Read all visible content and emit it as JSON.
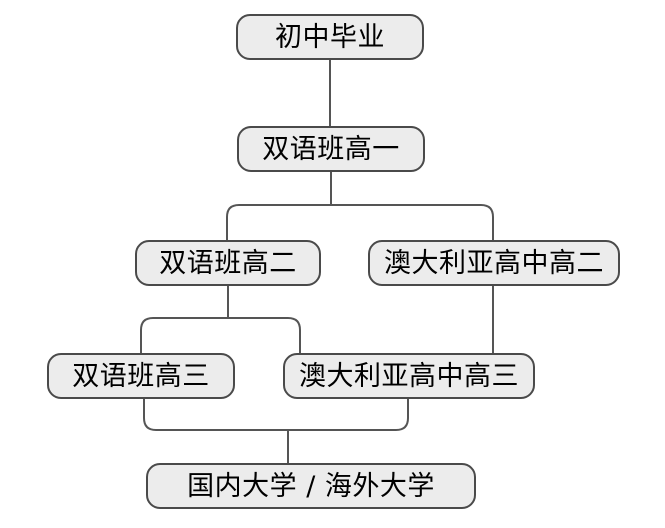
{
  "diagram": {
    "type": "flowchart",
    "title": "",
    "orientation": "top-down",
    "style": {
      "node_fill": "#ececec",
      "node_border": "#4a4a4a",
      "connector_color": "#555555",
      "background": "#ffffff",
      "text_color": "#000000"
    },
    "nodes": [
      {
        "id": "junior-graduate",
        "label": "初中毕业",
        "row": 1
      },
      {
        "id": "bilingual-g10",
        "label": "双语班高一",
        "row": 2
      },
      {
        "id": "bilingual-g11",
        "label": "双语班高二",
        "row": 3
      },
      {
        "id": "australia-g11",
        "label": "澳大利亚高中高二",
        "row": 3
      },
      {
        "id": "bilingual-g12",
        "label": "双语班高三",
        "row": 4
      },
      {
        "id": "australia-g12",
        "label": "澳大利亚高中高三",
        "row": 4
      },
      {
        "id": "university",
        "label": "国内大学 / 海外大学",
        "row": 5
      }
    ],
    "edges": [
      {
        "from": "junior-graduate",
        "to": "bilingual-g10"
      },
      {
        "from": "bilingual-g10",
        "to": "bilingual-g11"
      },
      {
        "from": "bilingual-g10",
        "to": "australia-g11"
      },
      {
        "from": "bilingual-g11",
        "to": "bilingual-g12"
      },
      {
        "from": "bilingual-g11",
        "to": "australia-g12"
      },
      {
        "from": "australia-g11",
        "to": "australia-g12"
      },
      {
        "from": "bilingual-g12",
        "to": "university"
      },
      {
        "from": "australia-g12",
        "to": "university"
      }
    ]
  }
}
